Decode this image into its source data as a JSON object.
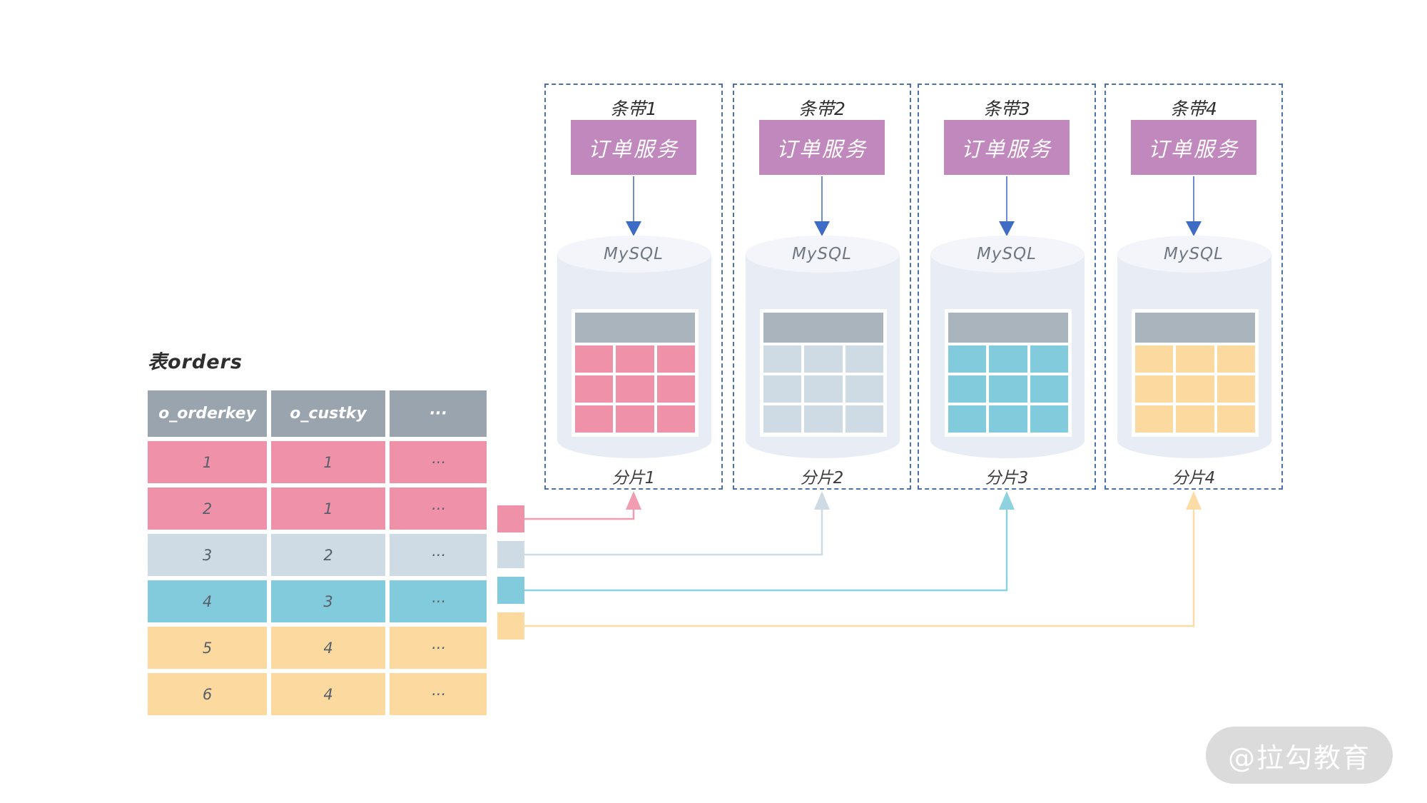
{
  "orders_table": {
    "title": "表orders",
    "columns": [
      "o_orderkey",
      "o_custky",
      "···"
    ],
    "rows": [
      {
        "values": [
          "1",
          "1",
          "···"
        ],
        "shard": "shard1"
      },
      {
        "values": [
          "2",
          "1",
          "···"
        ],
        "shard": "shard1"
      },
      {
        "values": [
          "3",
          "2",
          "···"
        ],
        "shard": "shard2"
      },
      {
        "values": [
          "4",
          "3",
          "···"
        ],
        "shard": "shard3"
      },
      {
        "values": [
          "5",
          "4",
          "···"
        ],
        "shard": "shard4"
      },
      {
        "values": [
          "6",
          "4",
          "···"
        ],
        "shard": "shard4"
      }
    ]
  },
  "stripes": [
    {
      "title": "条带1",
      "service": "订单服务",
      "database": "MySQL",
      "shard_label": "分片1",
      "shard": "shard1"
    },
    {
      "title": "条带2",
      "service": "订单服务",
      "database": "MySQL",
      "shard_label": "分片2",
      "shard": "shard2"
    },
    {
      "title": "条带3",
      "service": "订单服务",
      "database": "MySQL",
      "shard_label": "分片3",
      "shard": "shard3"
    },
    {
      "title": "条带4",
      "service": "订单服务",
      "database": "MySQL",
      "shard_label": "分片4",
      "shard": "shard4"
    }
  ],
  "legend_squares": [
    "shard1",
    "shard2",
    "shard3",
    "shard4"
  ],
  "colors": {
    "shard1_pink": "#ef91a8",
    "shard2_bluegray": "#cedae4",
    "shard3_teal": "#82cbdd",
    "shard4_yellow": "#fbd99f",
    "table_header_gray": "#9aa4ae",
    "mini_header_gray": "#aab4bd",
    "service_purple": "#c088bd",
    "dashed_border_blue": "#4a70ad",
    "arrow_blue": "#3e6cc4",
    "cylinder_body": "#e8ecf4",
    "cylinder_top": "#f3f5fa",
    "watermark_bg": "#dbdbdb"
  },
  "watermark": {
    "text": "@拉勾教育"
  }
}
